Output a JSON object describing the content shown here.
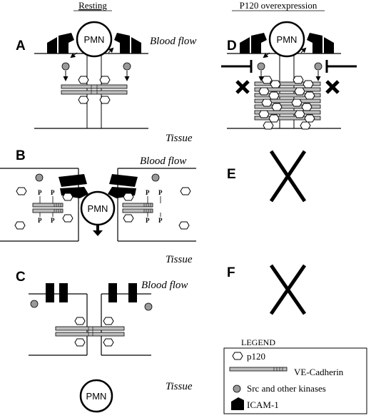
{
  "headers": {
    "left": "Resting",
    "right": "P120 overexpression"
  },
  "panels": {
    "A": {
      "letter": "A",
      "top_label": "Blood flow",
      "bottom_label": "Tissue",
      "cell": "PMN"
    },
    "B": {
      "letter": "B",
      "top_label": "Blood flow",
      "bottom_label": "Tissue",
      "cell": "PMN",
      "phospho": "P"
    },
    "C": {
      "letter": "C",
      "top_label": "Blood flow",
      "bottom_label": "Tissue",
      "cell": "PMN"
    },
    "D": {
      "letter": "D",
      "cell": "PMN"
    },
    "E": {
      "letter": "E"
    },
    "F": {
      "letter": "F"
    }
  },
  "legend": {
    "title": "LEGEND",
    "items": [
      "p120",
      "VE-Cadherin",
      "Src and other kinases",
      "ICAM-1"
    ]
  },
  "colors": {
    "ink": "#000000",
    "cadherin": "#bdbdbd",
    "kinase": "#9a9a9a",
    "paper": "#ffffff"
  }
}
